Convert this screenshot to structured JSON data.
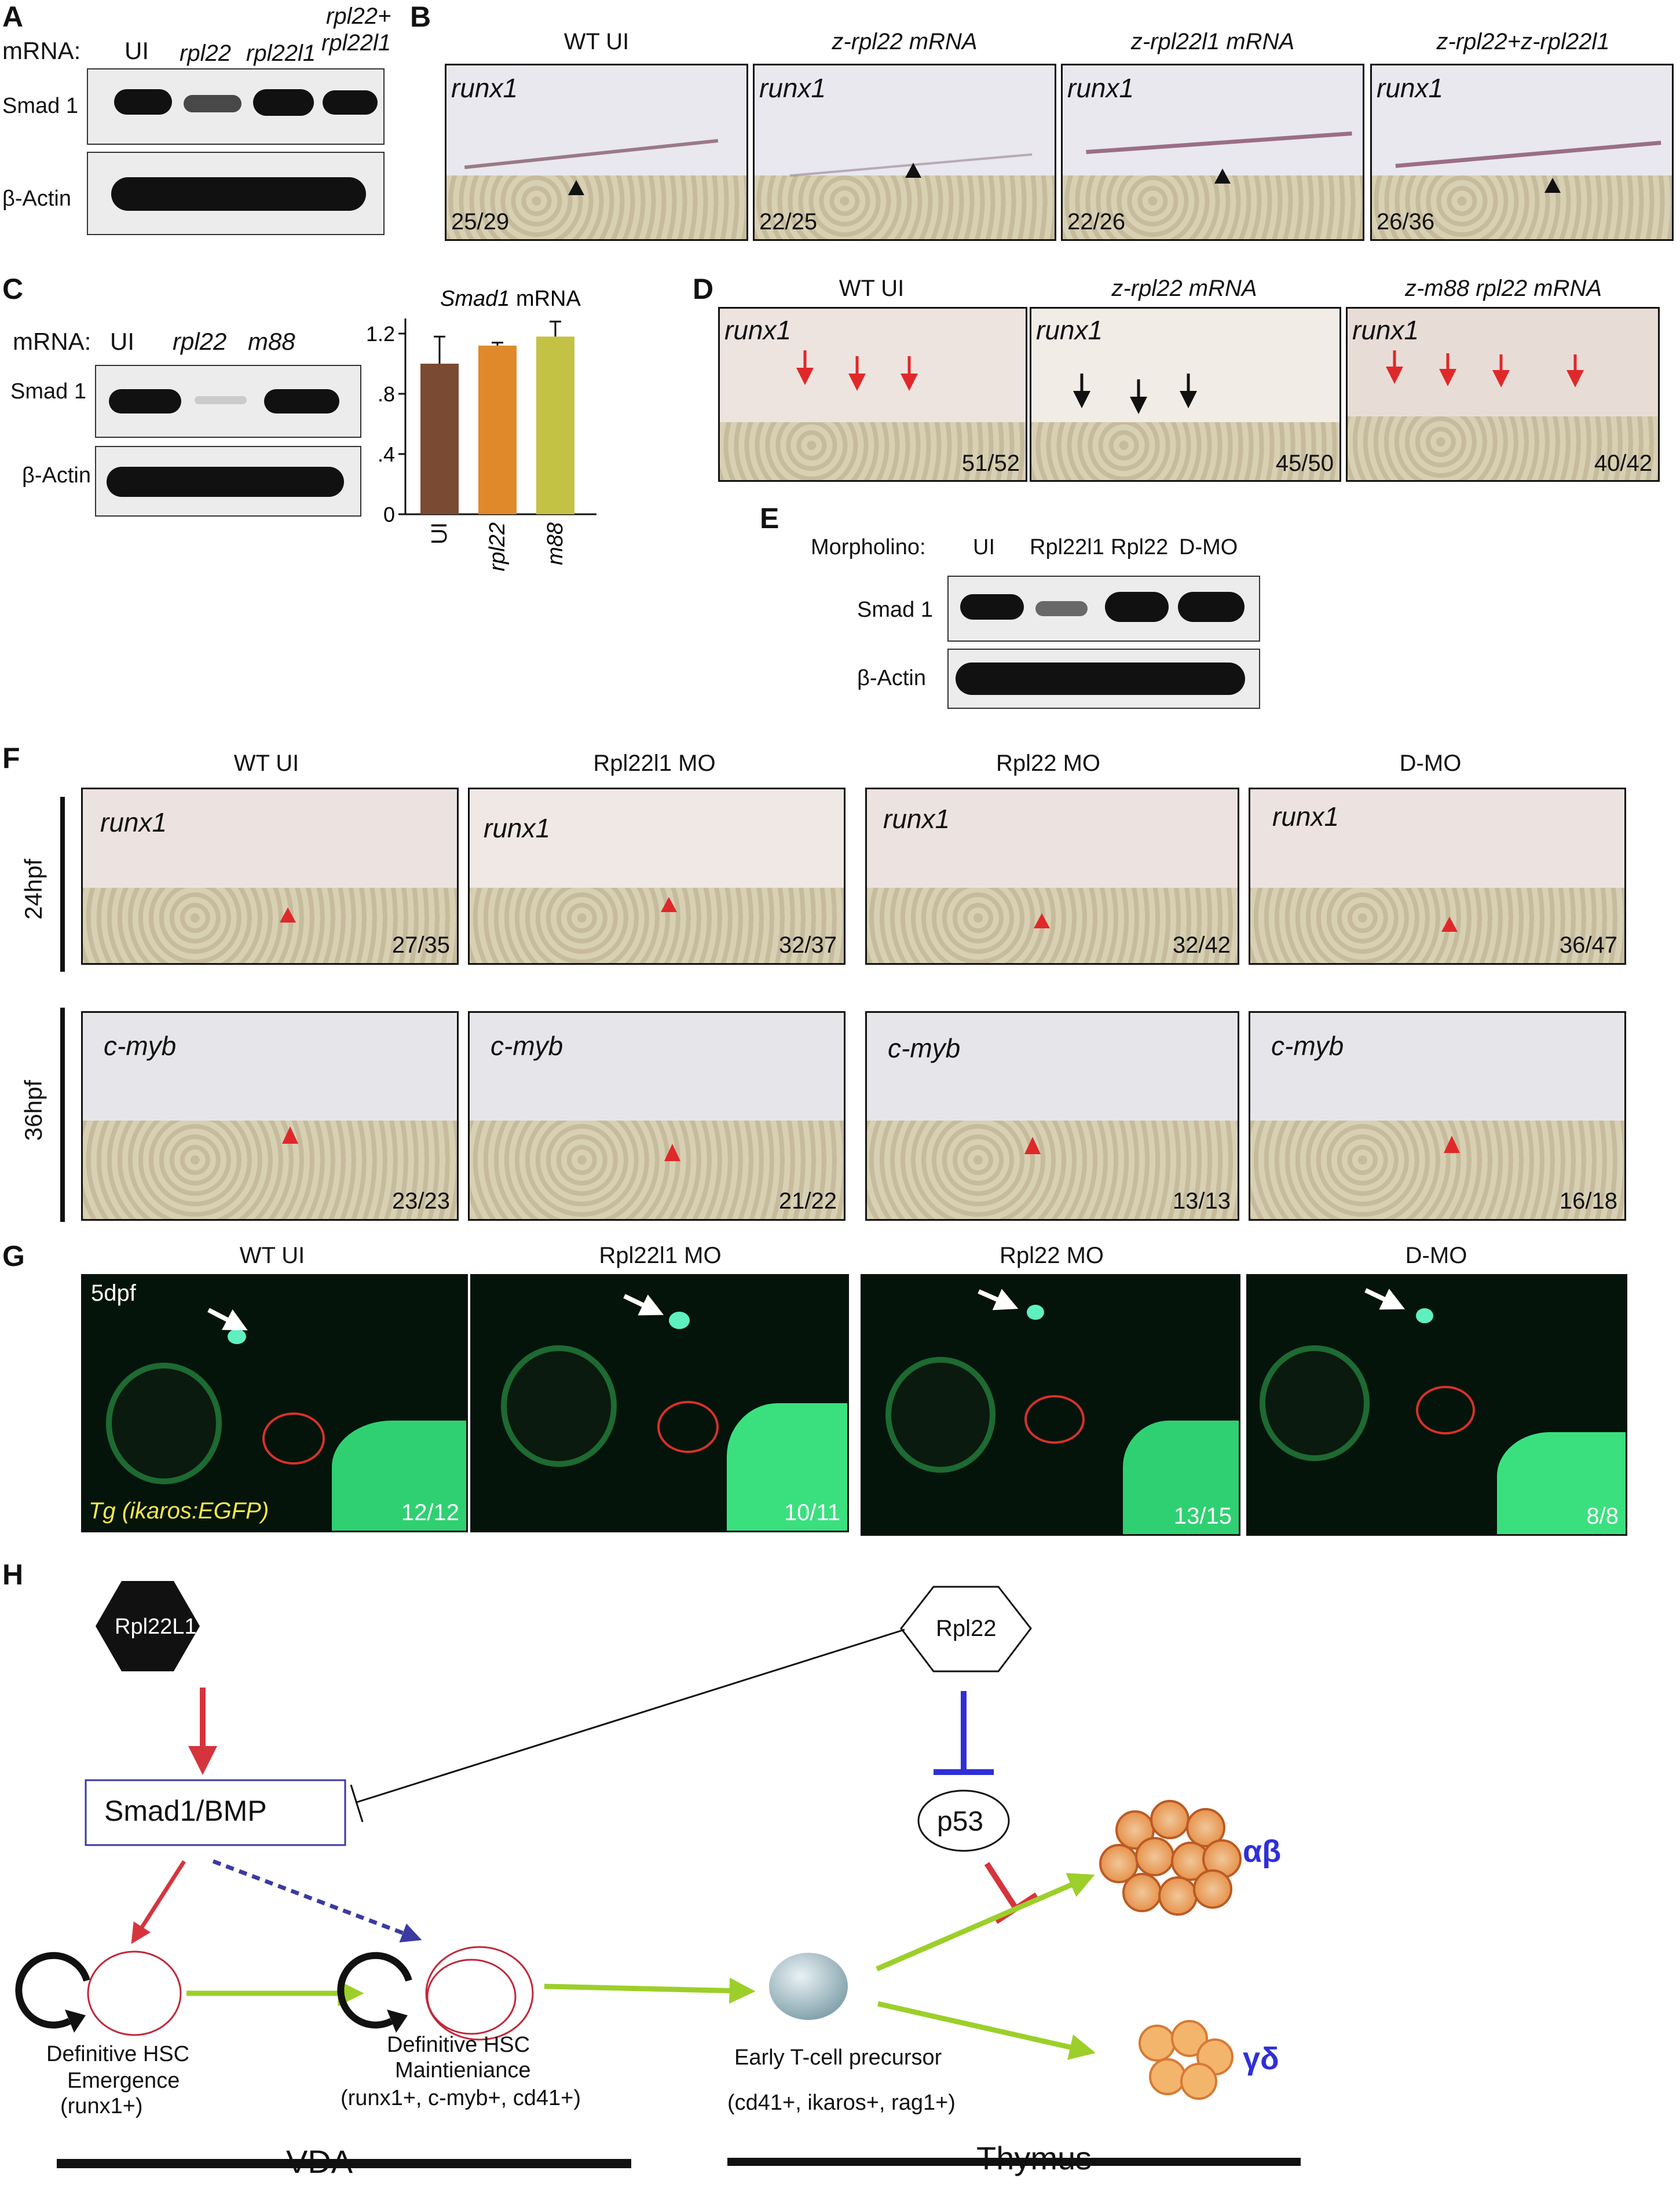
{
  "A": {
    "label": "A",
    "mrna": "mRNA:",
    "lanes": [
      "UI",
      "rpl22",
      "rpl22l1",
      "rpl22+",
      "rpl22l1"
    ],
    "rows": [
      "Smad 1",
      "β-Actin"
    ]
  },
  "B": {
    "label": "B",
    "panels": [
      {
        "title": "WT UI",
        "gene": "runx1",
        "ratio": "25/29"
      },
      {
        "title": "z-rpl22 mRNA",
        "gene": "runx1",
        "ratio": "22/25"
      },
      {
        "title": "z-rpl22l1 mRNA",
        "gene": "runx1",
        "ratio": "22/26"
      },
      {
        "title": "z-rpl22+z-rpl22l1",
        "gene": "runx1",
        "ratio": "26/36"
      }
    ]
  },
  "C": {
    "label": "C",
    "mrna": "mRNA:",
    "lanes": [
      "UI",
      "rpl22",
      "m88"
    ],
    "rows": [
      "Smad 1",
      "β-Actin"
    ],
    "chart_title_gene": "Smad1",
    "chart_title_rest": " mRNA"
  },
  "chart_data": {
    "type": "bar",
    "title": "Smad1 mRNA",
    "categories": [
      "UI",
      "rpl22",
      "m88"
    ],
    "values": [
      1.0,
      1.12,
      1.18
    ],
    "errors": [
      0.18,
      0.02,
      0.1
    ],
    "yticks": [
      "0",
      ".4",
      ".8",
      "1.2"
    ],
    "ylim": [
      0,
      1.3
    ],
    "colors": [
      "#7b4a33",
      "#e0892b",
      "#c3c244"
    ]
  },
  "D": {
    "label": "D",
    "panels": [
      {
        "title": "WT UI",
        "gene": "runx1",
        "ratio": "51/52"
      },
      {
        "title": "z-rpl22 mRNA",
        "gene": "runx1",
        "ratio": "45/50"
      },
      {
        "title": "z-m88 rpl22 mRNA",
        "gene": "runx1",
        "ratio": "40/42"
      }
    ]
  },
  "E": {
    "label": "E",
    "morpholino": "Morpholino:",
    "lanes": [
      "UI",
      "Rpl22l1",
      "Rpl22",
      "D-MO"
    ],
    "rows": [
      "Smad 1",
      "β-Actin"
    ]
  },
  "F": {
    "label": "F",
    "cols": [
      "WT UI",
      "Rpl22l1 MO",
      "Rpl22 MO",
      "D-MO"
    ],
    "rows": [
      {
        "stage": "24hpf",
        "gene": "runx1",
        "ratios": [
          "27/35",
          "32/37",
          "32/42",
          "36/47"
        ]
      },
      {
        "stage": "36hpf",
        "gene": "c-myb",
        "ratios": [
          "23/23",
          "21/22",
          "13/13",
          "16/18"
        ]
      }
    ]
  },
  "G": {
    "label": "G",
    "cols": [
      "WT UI",
      "Rpl22l1 MO",
      "Rpl22 MO",
      "D-MO"
    ],
    "stage": "5dpf",
    "transgene": "Tg (ikaros:EGFP)",
    "ratios": [
      "12/12",
      "10/11",
      "13/15",
      "8/8"
    ]
  },
  "H": {
    "label": "H",
    "rpl22l1": "Rpl22L1",
    "rpl22": "Rpl22",
    "smad": "Smad1/BMP",
    "p53": "p53",
    "ab": "αβ",
    "gd": "γδ",
    "emergence1": "Definitive HSC",
    "emergence2": "Emergence",
    "emergence3": "(runx1+)",
    "maint1": "Definitive HSC",
    "maint2": "Maintieniance",
    "maint3": "(runx1+, c-myb+, cd41+)",
    "precursor1": "Early T-cell precursor",
    "precursor2": "(cd41+, ikaros+, rag1+)",
    "vda": "VDA",
    "thymus": "Thymus"
  }
}
